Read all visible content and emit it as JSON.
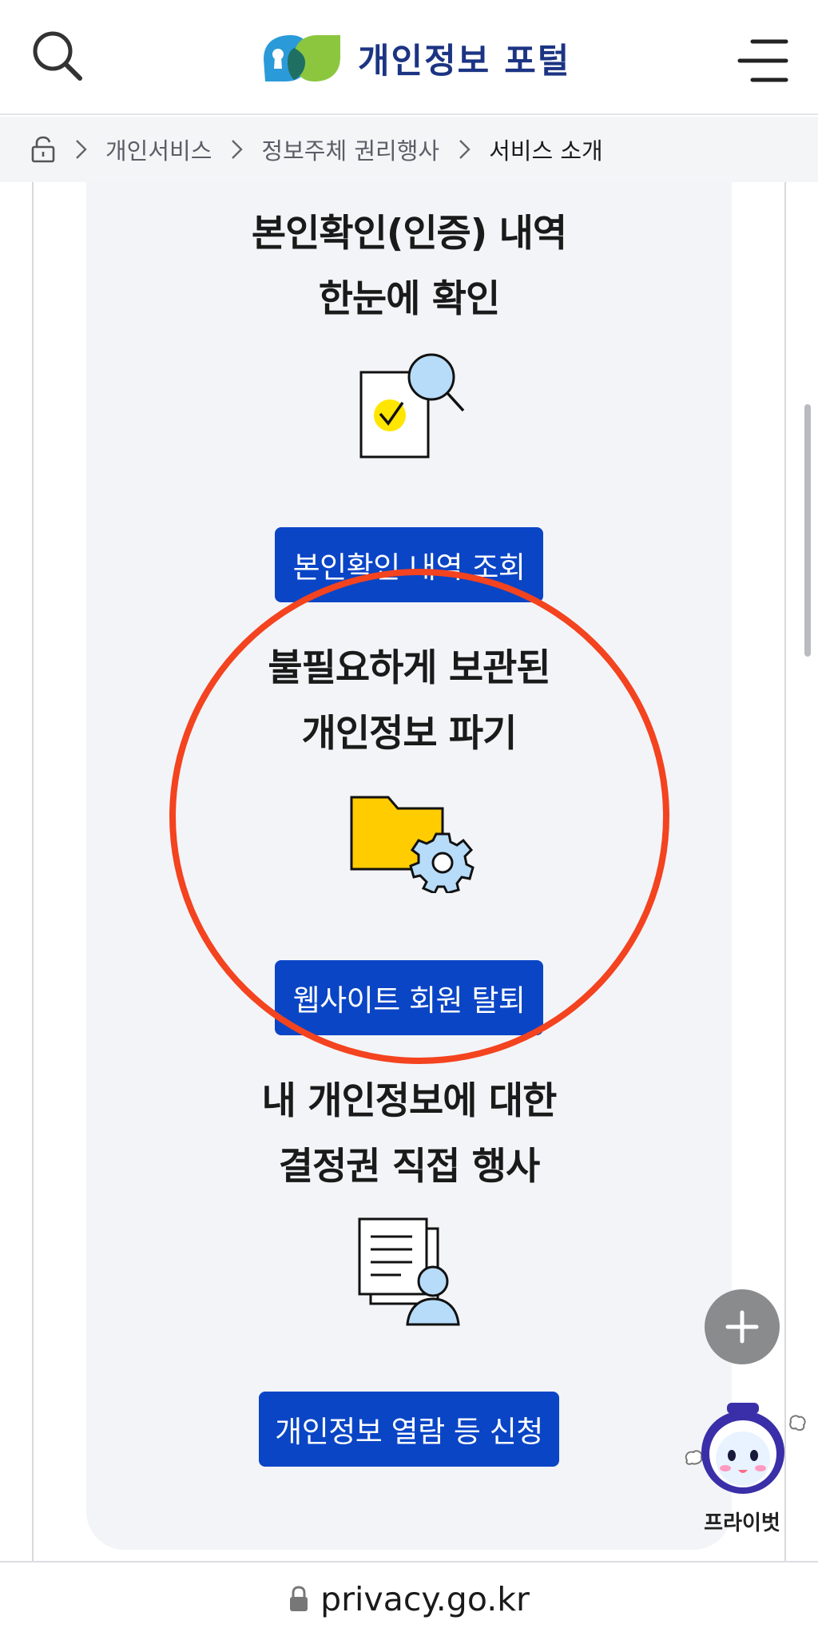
{
  "header": {
    "logo_text": "개인정보 포털"
  },
  "breadcrumb": {
    "items": [
      "개인서비스",
      "정보주체 권리행사",
      "서비스 소개"
    ]
  },
  "services": [
    {
      "title": "본인확인(인증) 내역\n한눈에 확인",
      "button": "본인확인 내역 조회",
      "icon": "document-search-check-icon"
    },
    {
      "title": "불필요하게 보관된\n개인정보 파기",
      "button": "웹사이트 회원 탈퇴",
      "icon": "folder-gear-icon"
    },
    {
      "title": "내 개인정보에 대한\n결정권 직접 행사",
      "button": "개인정보 열람 등 신청",
      "icon": "document-person-icon"
    }
  ],
  "floating": {
    "mascot_label": "프라이벗"
  },
  "browser": {
    "url": "privacy.go.kr"
  },
  "colors": {
    "primary_button": "#0a45c6",
    "logo_text": "#1c3483",
    "annotation": "#f3431f"
  }
}
